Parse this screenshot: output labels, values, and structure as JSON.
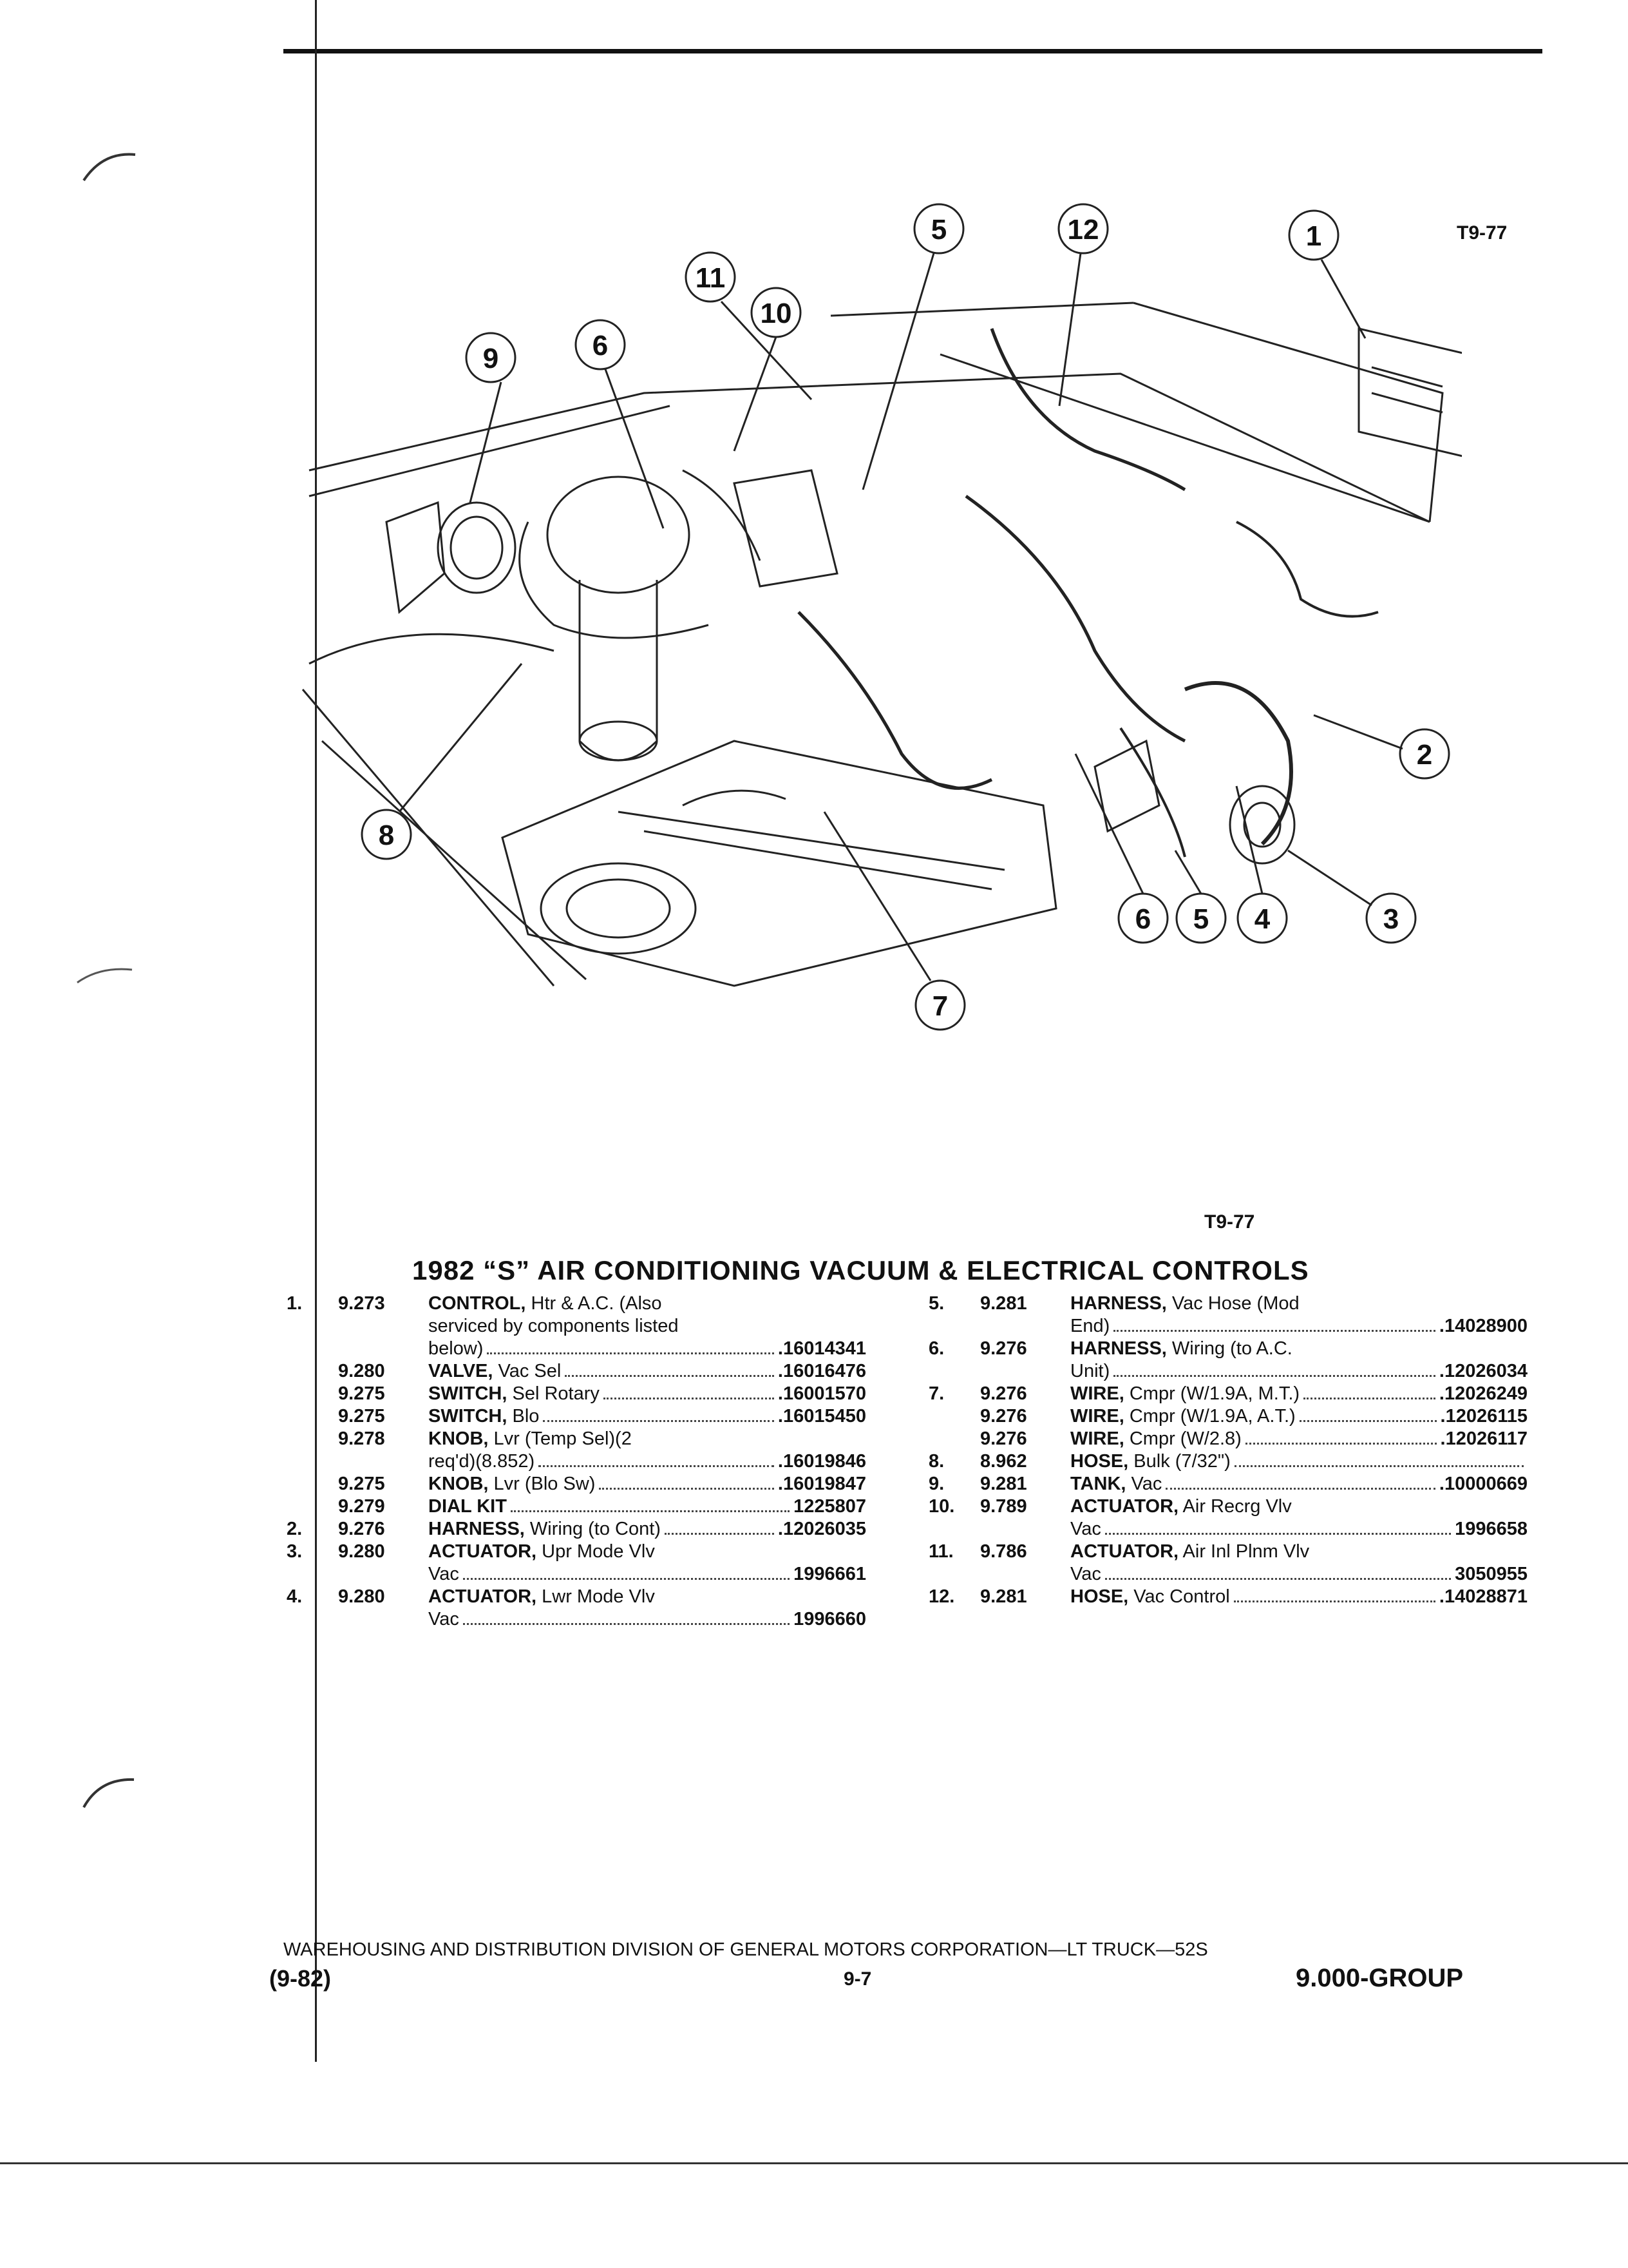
{
  "figure_code": "T9-77",
  "section_title": "1982 “S” AIR CONDITIONING VACUUM & ELECTRICAL CONTROLS",
  "callouts": [
    "1",
    "2",
    "3",
    "4",
    "5",
    "6",
    "7",
    "8",
    "9",
    "10",
    "11",
    "12"
  ],
  "parts_left": [
    {
      "num": "1.",
      "group": "9.273",
      "lines": [
        {
          "name": "CONTROL,",
          "text": " Htr & A.C. (Also"
        },
        {
          "text": "serviced by components listed"
        },
        {
          "text": "below)",
          "pn": ".16014341"
        }
      ]
    },
    {
      "num": "",
      "group": "9.280",
      "lines": [
        {
          "name": "VALVE,",
          "text": " Vac Sel",
          "pn": ".16016476"
        }
      ]
    },
    {
      "num": "",
      "group": "9.275",
      "lines": [
        {
          "name": "SWITCH,",
          "text": " Sel Rotary",
          "pn": ".16001570"
        }
      ]
    },
    {
      "num": "",
      "group": "9.275",
      "lines": [
        {
          "name": "SWITCH,",
          "text": " Blo",
          "pn": ".16015450"
        }
      ]
    },
    {
      "num": "",
      "group": "9.278",
      "lines": [
        {
          "name": "KNOB,",
          "text": " Lvr (Temp Sel)(2"
        },
        {
          "text": "req'd)(8.852)",
          "pn": ".16019846"
        }
      ]
    },
    {
      "num": "",
      "group": "9.275",
      "lines": [
        {
          "name": "KNOB,",
          "text": " Lvr (Blo Sw)",
          "pn": ".16019847"
        }
      ]
    },
    {
      "num": "",
      "group": "9.279",
      "lines": [
        {
          "name": "DIAL KIT",
          "text": "",
          "pn": "1225807"
        }
      ]
    },
    {
      "num": "2.",
      "group": "9.276",
      "lines": [
        {
          "name": "HARNESS,",
          "text": " Wiring (to Cont)",
          "pn": ".12026035"
        }
      ]
    },
    {
      "num": "3.",
      "group": "9.280",
      "lines": [
        {
          "name": "ACTUATOR,",
          "text": " Upr Mode Vlv"
        },
        {
          "text": "Vac",
          "pn": "1996661"
        }
      ]
    },
    {
      "num": "4.",
      "group": "9.280",
      "lines": [
        {
          "name": "ACTUATOR,",
          "text": " Lwr Mode Vlv"
        },
        {
          "text": "Vac",
          "pn": "1996660"
        }
      ]
    }
  ],
  "parts_right": [
    {
      "num": "5.",
      "group": "9.281",
      "lines": [
        {
          "name": "HARNESS,",
          "text": " Vac Hose (Mod"
        },
        {
          "text": "End)",
          "pn": ".14028900"
        }
      ]
    },
    {
      "num": "6.",
      "group": "9.276",
      "lines": [
        {
          "name": "HARNESS,",
          "text": " Wiring (to A.C."
        },
        {
          "text": "Unit)",
          "pn": ".12026034"
        }
      ]
    },
    {
      "num": "7.",
      "group": "9.276",
      "lines": [
        {
          "name": "WIRE,",
          "text": " Cmpr (W/1.9A, M.T.)",
          "pn": ".12026249"
        }
      ]
    },
    {
      "num": "",
      "group": "9.276",
      "lines": [
        {
          "name": "WIRE,",
          "text": " Cmpr (W/1.9A, A.T.)",
          "pn": ".12026115"
        }
      ]
    },
    {
      "num": "",
      "group": "9.276",
      "lines": [
        {
          "name": "WIRE,",
          "text": " Cmpr (W/2.8)",
          "pn": ".12026117"
        }
      ]
    },
    {
      "num": "8.",
      "group": "8.962",
      "lines": [
        {
          "name": "HOSE,",
          "text": " Bulk (7/32\")",
          "pn": ""
        }
      ]
    },
    {
      "num": "9.",
      "group": "9.281",
      "lines": [
        {
          "name": "TANK,",
          "text": " Vac",
          "pn": ".10000669"
        }
      ]
    },
    {
      "num": "10.",
      "group": "9.789",
      "lines": [
        {
          "name": "ACTUATOR,",
          "text": " Air Recrg Vlv"
        },
        {
          "text": "Vac",
          "pn": "1996658"
        }
      ]
    },
    {
      "num": "11.",
      "group": "9.786",
      "lines": [
        {
          "name": "ACTUATOR,",
          "text": " Air Inl Plnm Vlv"
        },
        {
          "text": "Vac",
          "pn": "3050955"
        }
      ]
    },
    {
      "num": "12.",
      "group": "9.281",
      "lines": [
        {
          "name": "HOSE,",
          "text": " Vac Control",
          "pn": ".14028871"
        }
      ]
    }
  ],
  "footer": {
    "division": "WAREHOUSING AND DISTRIBUTION  DIVISION OF GENERAL MOTORS CORPORATION—LT TRUCK—52S",
    "date": "(9-82)",
    "page": "9-7",
    "group": "9.000-GROUP"
  }
}
